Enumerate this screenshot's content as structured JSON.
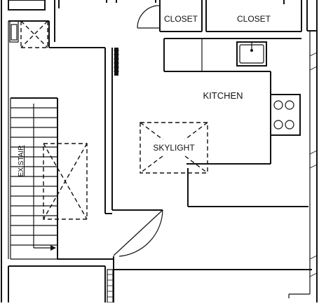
{
  "rooms": {
    "closet_left": "CLOSET",
    "closet_right": "CLOSET",
    "kitchen": "KITCHEN",
    "skylight": "SKYLIGHT",
    "stair": "EX STAIR"
  }
}
